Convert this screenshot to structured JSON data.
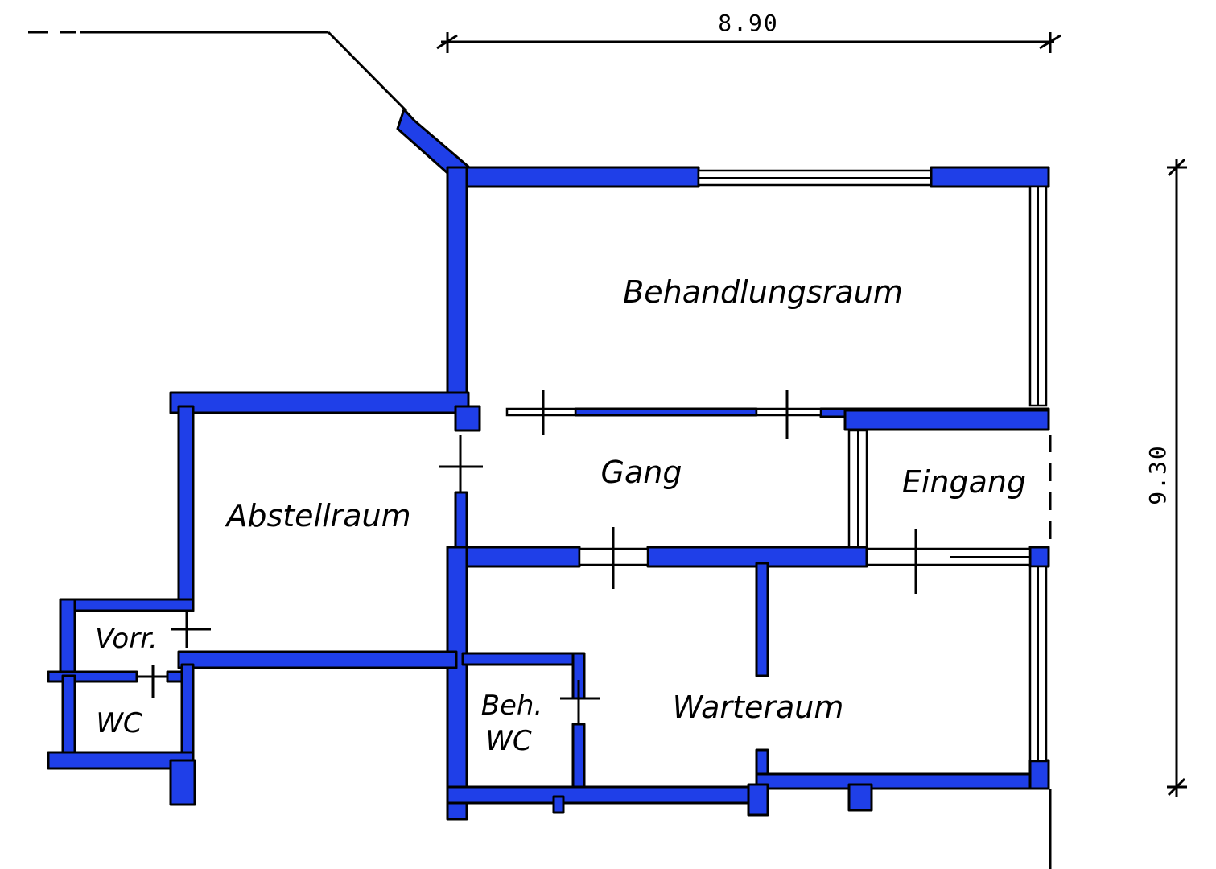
{
  "rooms": {
    "treatment": "Behandlungsraum",
    "corridor": "Gang",
    "entrance": "Eingang",
    "storage": "Abstellraum",
    "anteroom": "Vorr.",
    "wc": "WC",
    "staff_wc_line1": "Beh.",
    "staff_wc_line2": "WC",
    "waiting": "Warteraum"
  },
  "dimensions": {
    "width": "8.90",
    "depth": "9.30"
  },
  "colors": {
    "wall_fill": "#1f3fe8",
    "line": "#000000",
    "background": "#ffffff"
  }
}
